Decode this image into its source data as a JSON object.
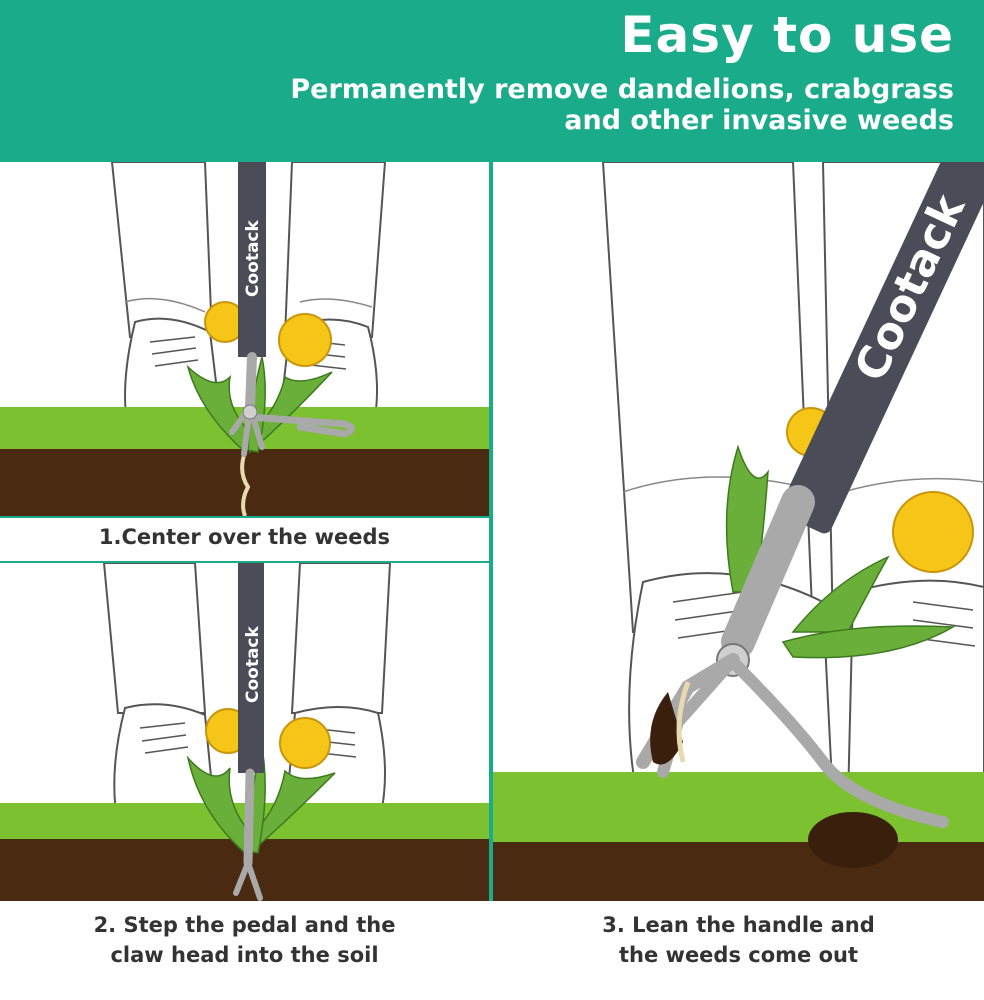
{
  "header": {
    "title": "Easy to use",
    "subtitle_line1": "Permanently remove dandelions, crabgrass",
    "subtitle_line2": "and other invasive weeds",
    "background_color": "#1aab8a"
  },
  "brand": "Cootack",
  "steps": [
    {
      "caption_lines": [
        "1.Center over the weeds"
      ]
    },
    {
      "caption_lines": [
        "2. Step the pedal and the",
        "claw head into the soil"
      ]
    },
    {
      "caption_lines": [
        "3. Lean the handle and",
        "the weeds  come out"
      ]
    }
  ],
  "colors": {
    "grass": "#7cc12f",
    "soil": "#4a2a10",
    "handle": "#4b4c57",
    "metal": "#a9a9a9",
    "flower": "#f5c518",
    "leaf": "#6aaf3a"
  }
}
